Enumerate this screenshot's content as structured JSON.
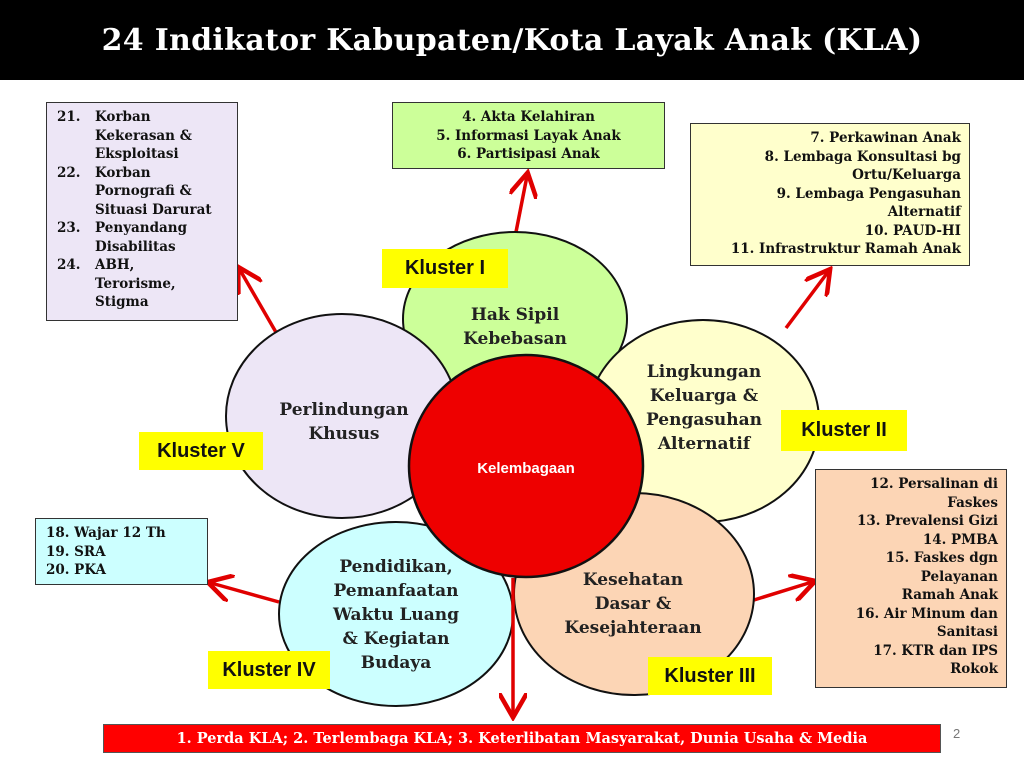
{
  "title": "24 Indikator Kabupaten/Kota Layak Anak (KLA)",
  "center": {
    "label": "Kelembagaan",
    "color": "#ee0000"
  },
  "clusters": {
    "k1": {
      "tag": "Kluster I",
      "label_lines": [
        "Hak Sipil",
        "Kebebasan"
      ],
      "color": "#ccff99",
      "indicators": [
        "4. Akta Kelahiran",
        "5. Informasi Layak Anak",
        "6. Partisipasi Anak"
      ]
    },
    "k2": {
      "tag": "Kluster II",
      "label_lines": [
        "Lingkungan",
        "Keluarga &",
        "Pengasuhan",
        "Alternatif"
      ],
      "color": "#ffffcc",
      "indicators": [
        "7. Perkawinan Anak",
        "8. Lembaga Konsultasi bg",
        "Ortu/Keluarga",
        "9. Lembaga Pengasuhan",
        "Alternatif",
        "10. PAUD-HI",
        "11.  Infrastruktur Ramah Anak"
      ]
    },
    "k3": {
      "tag": "Kluster III",
      "label_lines": [
        "Kesehatan",
        "Dasar &",
        "Kesejahteraan"
      ],
      "color": "#fcd5b5",
      "indicators": [
        "12. Persalinan di",
        "Faskes",
        "13. Prevalensi Gizi",
        "14. PMBA",
        "15. Faskes dgn",
        "Pelayanan",
        "Ramah Anak",
        "16. Air Minum dan",
        "Sanitasi",
        "17. KTR dan IPS",
        "Rokok"
      ]
    },
    "k4": {
      "tag": "Kluster IV",
      "label_lines": [
        "Pendidikan,",
        "Pemanfaatan",
        "Waktu Luang",
        "& Kegiatan",
        "Budaya"
      ],
      "color": "#ccffff",
      "indicators": [
        "18. Wajar 12 Th",
        "19. SRA",
        "20. PKA"
      ]
    },
    "k5": {
      "tag": "Kluster V",
      "label_lines": [
        "Perlindungan",
        "Khusus"
      ],
      "color": "#ede6f6",
      "indicators": [
        {
          "num": "21.",
          "lines": [
            "Korban",
            "Kekerasan &",
            "Eksploitasi"
          ]
        },
        {
          "num": "22.",
          "lines": [
            "Korban",
            "Pornografi &",
            "Situasi Darurat"
          ]
        },
        {
          "num": "23.",
          "lines": [
            "Penyandang",
            "Disabilitas"
          ]
        },
        {
          "num": "24.",
          "lines": [
            "ABH,",
            "Terorisme,",
            "Stigma"
          ]
        }
      ]
    }
  },
  "institutional": "1. Perda KLA; 2. Terlembaga KLA; 3. Keterlibatan Masyarakat, Dunia Usaha & Media",
  "page_number": "2",
  "colors": {
    "arrow": "#e00000",
    "tag": "#ffff00",
    "header": "#000000"
  }
}
